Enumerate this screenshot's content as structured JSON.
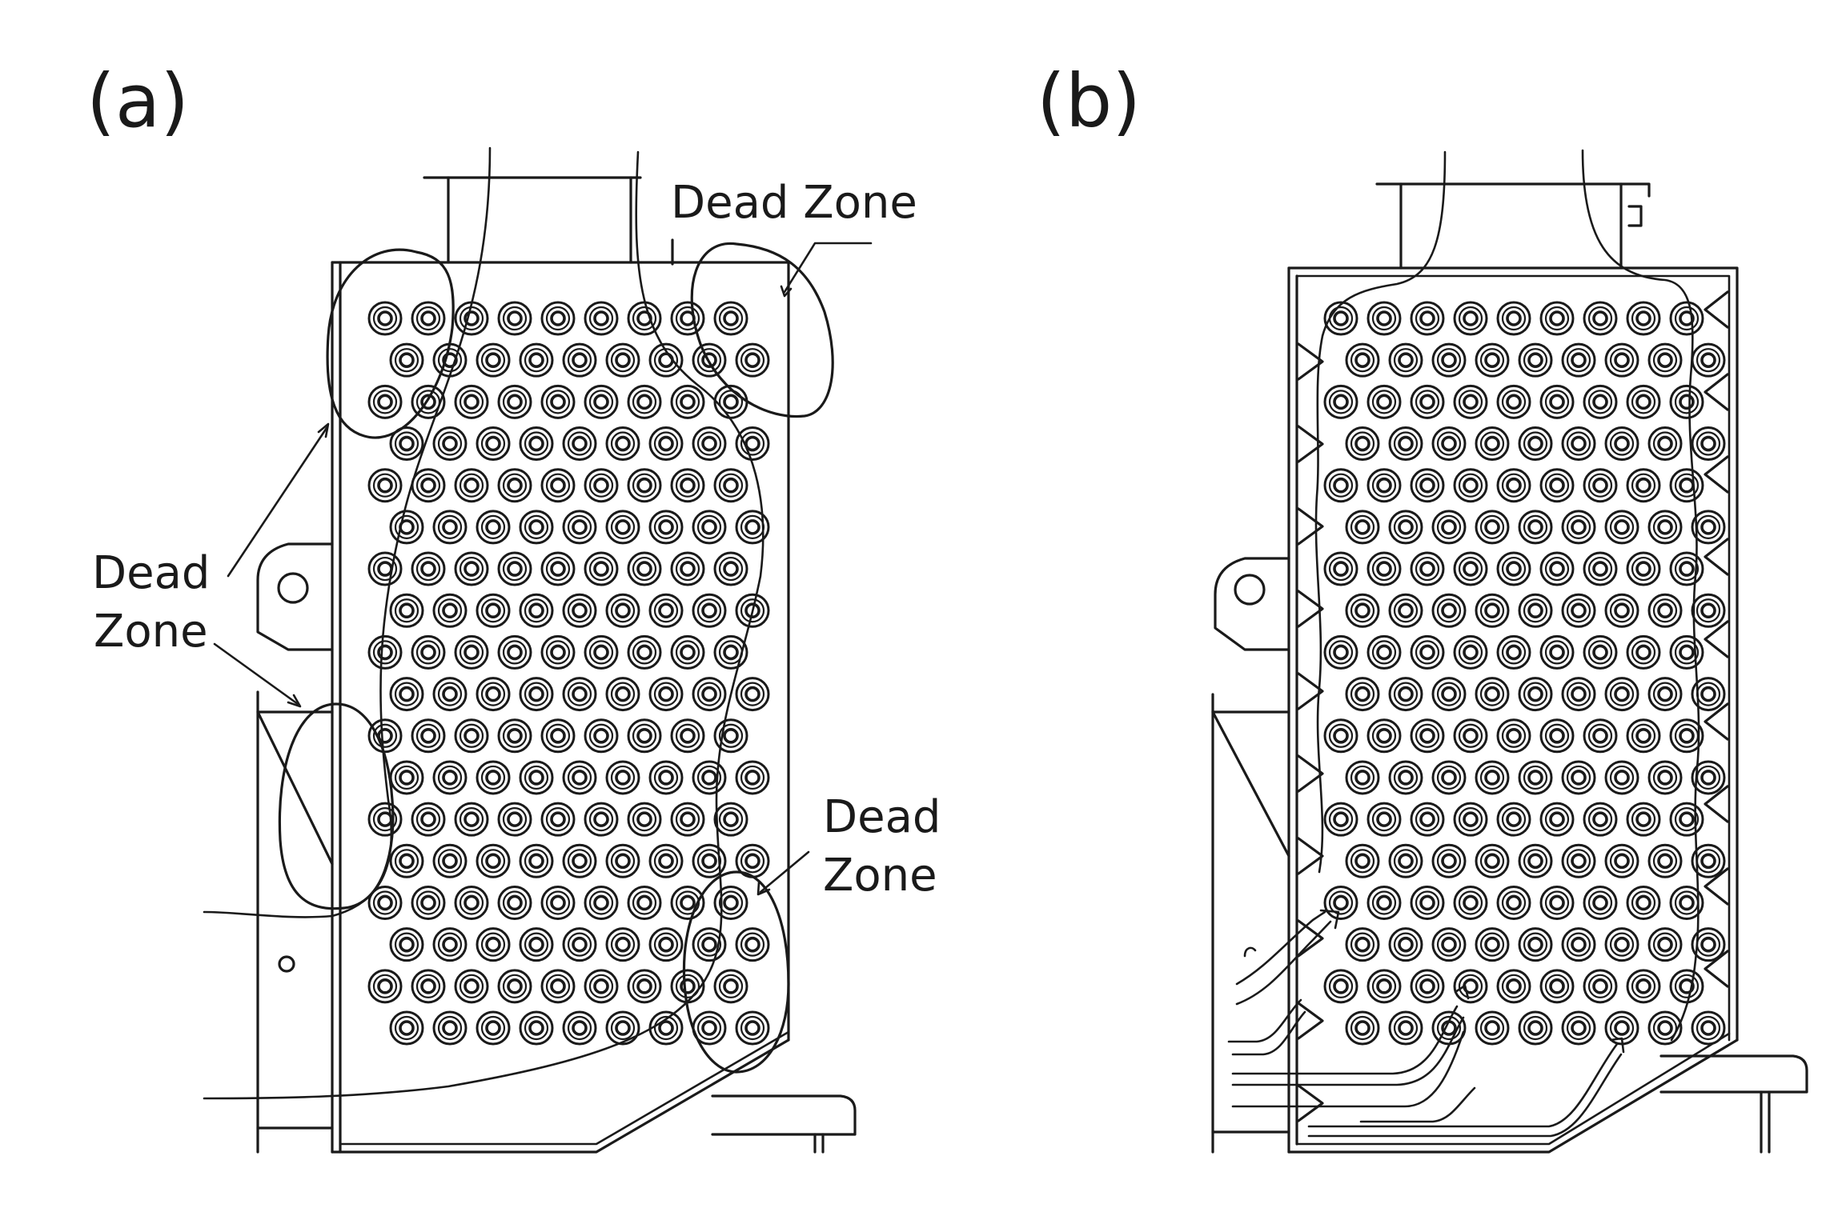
{
  "panels": [
    {
      "label": "(a)",
      "annotations": [
        {
          "text_lines": [
            "Dead Zone"
          ]
        },
        {
          "text_lines": [
            "Dead",
            "Zone"
          ]
        },
        {
          "text_lines": [
            "Dead",
            "Zone"
          ]
        }
      ]
    },
    {
      "label": "(b)",
      "annotations": []
    }
  ],
  "colors": {
    "line": "#1a1a1a",
    "background": "#ffffff"
  }
}
